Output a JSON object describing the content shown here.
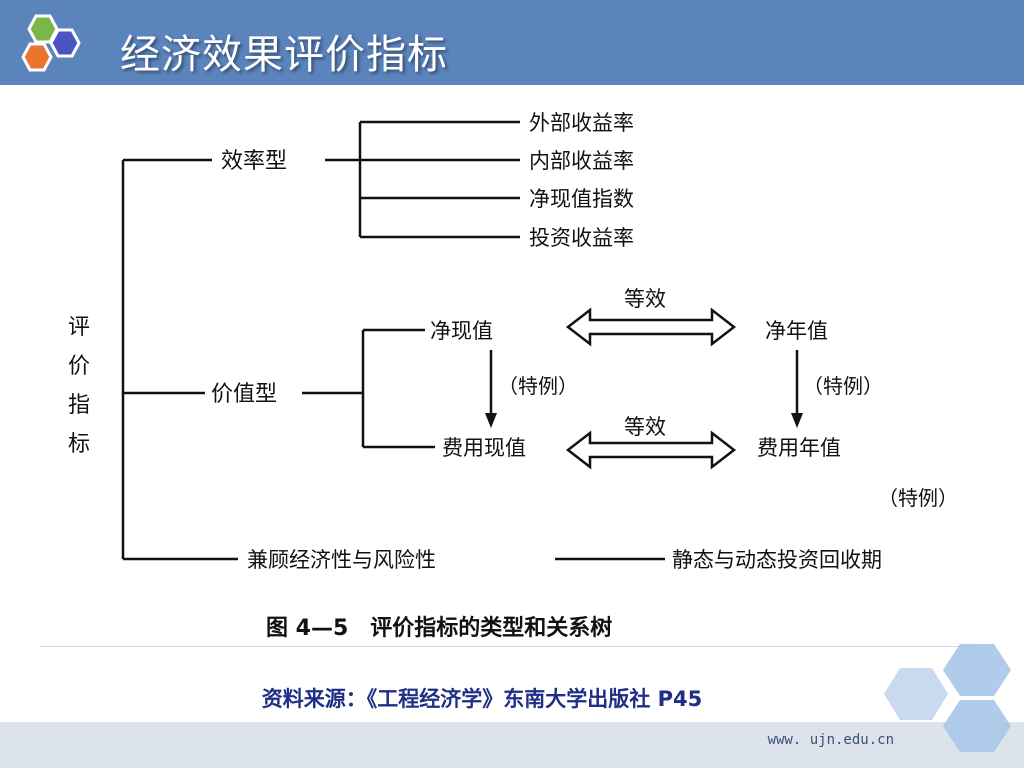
{
  "header": {
    "title": "经济效果评价指标"
  },
  "diagram": {
    "root_chars": [
      "评",
      "价",
      "指",
      "标"
    ],
    "branches": {
      "efficiency": "效率型",
      "value": "价值型",
      "both": "兼顾经济性与风险性"
    },
    "efficiency_items": [
      "外部收益率",
      "内部收益率",
      "净现值指数",
      "投资收益率"
    ],
    "value_items": {
      "npv": "净现值",
      "nav": "净年值",
      "pvc": "费用现值",
      "avc": "费用年值",
      "equiv": "等效",
      "special": "（特例）"
    },
    "payback": "静态与动态投资回收期",
    "caption": "图 4—5　评价指标的类型和关系树"
  },
  "source": {
    "text": "资料来源：《工程经济学》东南大学出版社  P45"
  },
  "footer": {
    "url": "www. ujn.edu.cn"
  },
  "colors": {
    "header_bg": "#5b84bd",
    "logo_green": "#7ab648",
    "logo_orange": "#e8742e",
    "logo_blue": "#4a55c2",
    "hex_light": "#a9c6e8",
    "source_text": "#1f2f86"
  }
}
